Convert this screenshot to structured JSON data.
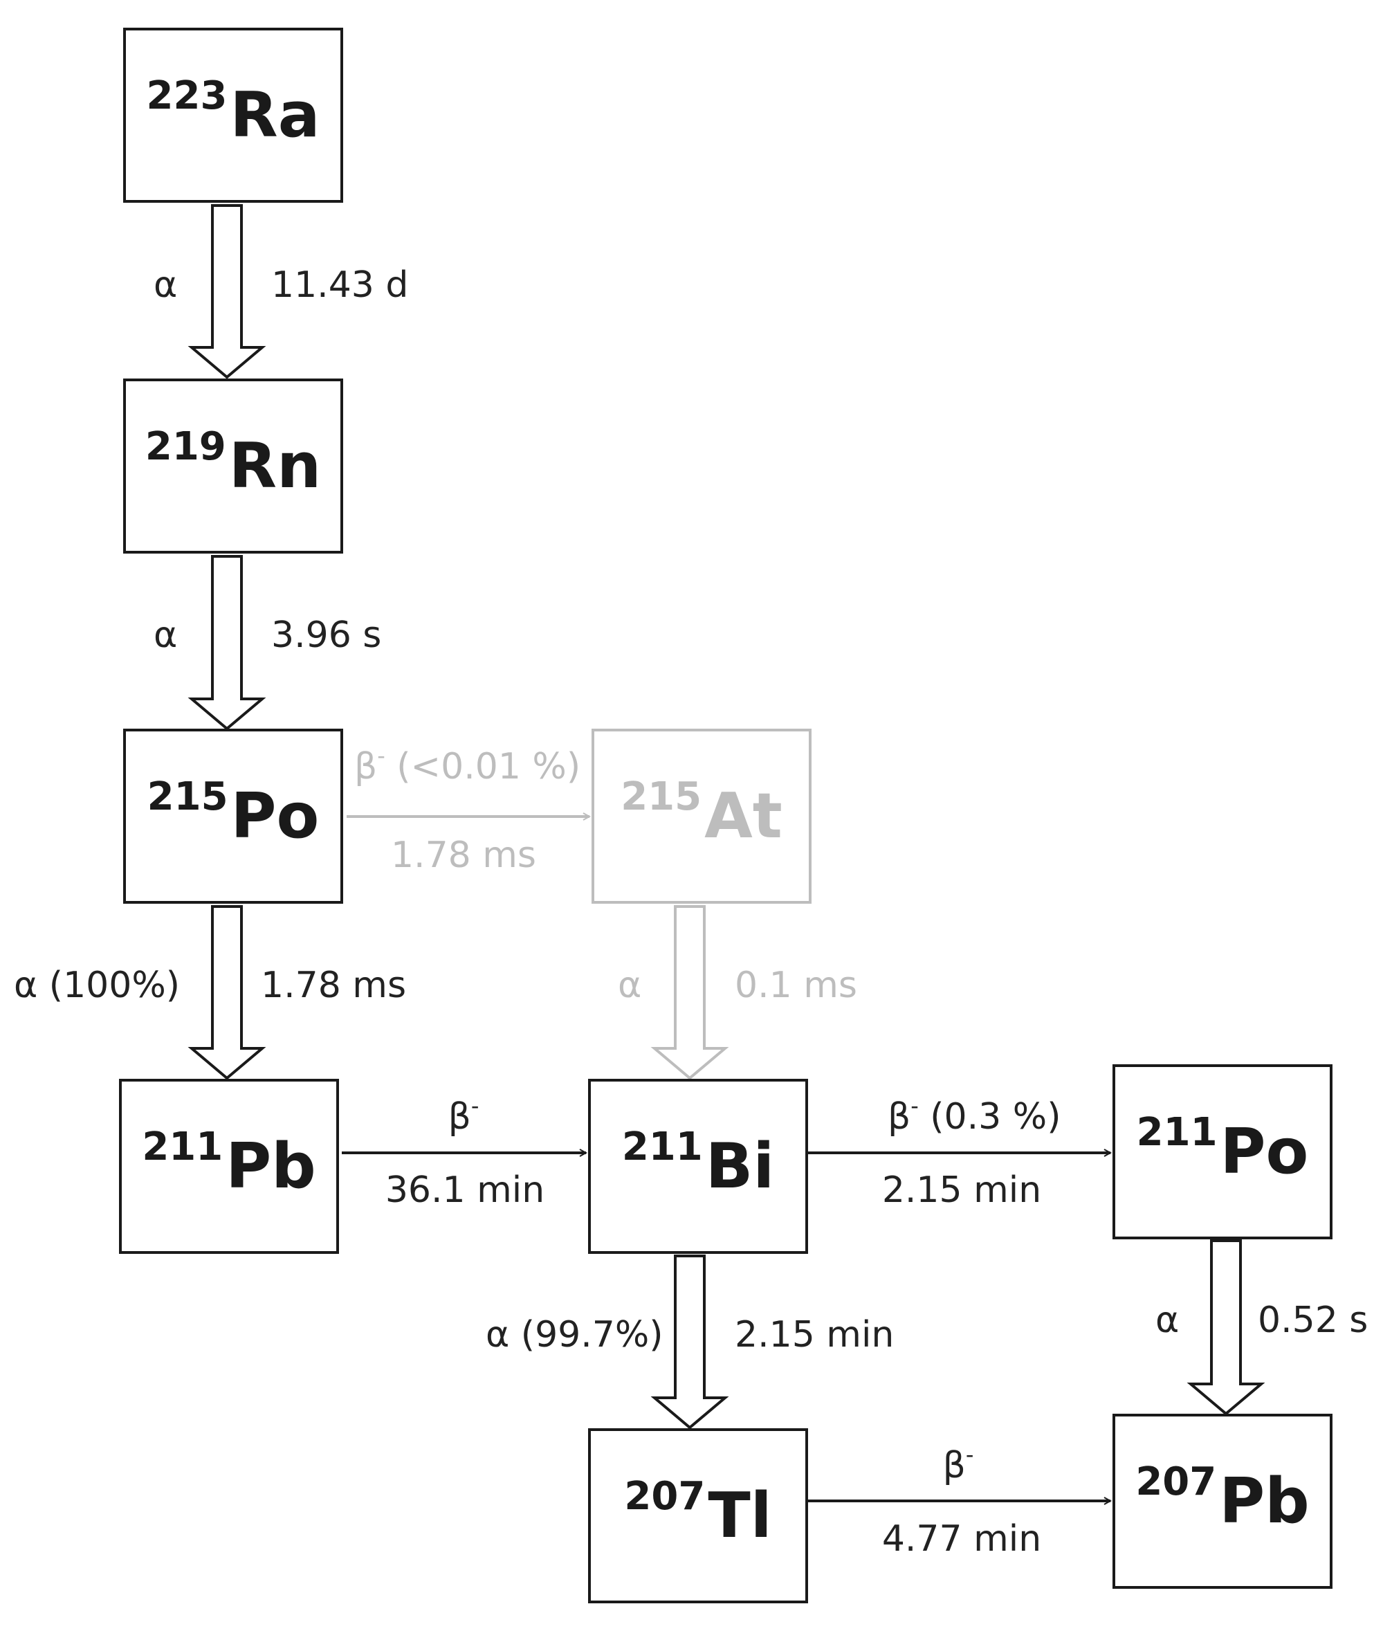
{
  "nodes": {
    "ra223": {
      "mass": "223",
      "symbol": "Ra"
    },
    "rn219": {
      "mass": "219",
      "symbol": "Rn"
    },
    "po215": {
      "mass": "215",
      "symbol": "Po"
    },
    "at215": {
      "mass": "215",
      "symbol": "At"
    },
    "pb211": {
      "mass": "211",
      "symbol": "Pb"
    },
    "bi211": {
      "mass": "211",
      "symbol": "Bi"
    },
    "po211": {
      "mass": "211",
      "symbol": "Po"
    },
    "tl207": {
      "mass": "207",
      "symbol": "Tl"
    },
    "pb207": {
      "mass": "207",
      "symbol": "Pb"
    }
  },
  "decays": {
    "ra_rn": {
      "mode": "α",
      "halflife": "11.43 d"
    },
    "rn_po": {
      "mode": "α",
      "halflife": "3.96 s"
    },
    "po_pb": {
      "mode": "α (100%)",
      "halflife": "1.78 ms"
    },
    "po_at": {
      "mode": "β",
      "mode_sup": "-",
      "branch": " (<0.01 %)",
      "halflife": "1.78 ms"
    },
    "at_bi": {
      "mode": "α",
      "halflife": "0.1 ms"
    },
    "pb_bi": {
      "mode": "β",
      "mode_sup": "-",
      "halflife": "36.1 min"
    },
    "bi_po": {
      "mode": "β",
      "mode_sup": "-",
      "branch": " (0.3 %)",
      "halflife": "2.15 min"
    },
    "bi_tl": {
      "mode": "α (99.7%)",
      "halflife": "2.15 min"
    },
    "po_pbf": {
      "mode": "α",
      "halflife": "0.52 s"
    },
    "tl_pb": {
      "mode": "β",
      "mode_sup": "-",
      "halflife": "4.77 min"
    }
  },
  "colors": {
    "main": "#1a1a1a",
    "faded": "#bdbdbd"
  }
}
